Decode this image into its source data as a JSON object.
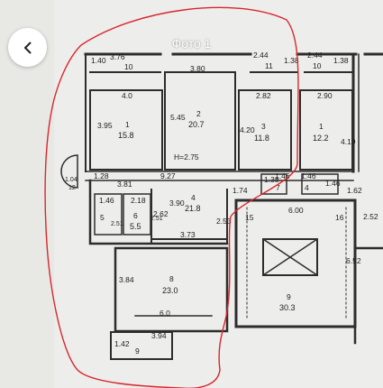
{
  "header": {
    "title": "Фото 1"
  },
  "colors": {
    "accent_outline": "#d9262c",
    "wall": "#2d2d2d",
    "paper": "#ededeb"
  },
  "icons": {
    "back": "chevron-left-icon"
  },
  "plan": {
    "top_left": {
      "d1": "1.40",
      "d2": "3.76",
      "room": "10"
    },
    "top_mid": {
      "d1": "3.80"
    },
    "top_right_a": {
      "d1": "2.44",
      "d2": "1.38",
      "room": "11"
    },
    "top_right_b": {
      "d1": "2.44",
      "d2": "1.38",
      "room": "10"
    },
    "room1": {
      "width": "4.0",
      "side": "3.95",
      "num": "1",
      "area": "15.8"
    },
    "room2": {
      "side": "5.45",
      "num": "2",
      "area": "20.7",
      "height": "H=2.75"
    },
    "room3": {
      "width": "2.82",
      "side": "4.20",
      "num": "3",
      "area": "11.8"
    },
    "room1b": {
      "width": "2.90",
      "side": "4.19",
      "num": "1",
      "area": "12.2"
    },
    "corridor": {
      "d1": "3.81",
      "d2": "9.27",
      "d3": "1.28",
      "d4": "1.04",
      "d5": "12"
    },
    "small_a": {
      "d1": "1.38",
      "room": "7",
      "d2": "1.46"
    },
    "small_b": {
      "d1": "1.46",
      "room": "4",
      "d2": "1.46",
      "d3": "1.62"
    },
    "room4": {
      "num": "4",
      "area": "21.8",
      "d1": "3.90",
      "d2": "1.74",
      "d3": "2.62",
      "d4": "2.53",
      "d5": "3.73"
    },
    "room5": {
      "d1": "1.46",
      "num": "5",
      "d2": "2.51"
    },
    "room6": {
      "d1": "2.18",
      "num": "6",
      "area": "5.5",
      "d2": "2.51"
    },
    "stairs": {
      "left": "15",
      "right": "16",
      "d1": "6.00",
      "d2": "2.52",
      "d3": "6.52"
    },
    "room8": {
      "side": "3.84",
      "num": "8",
      "area": "23.0",
      "d1": "6.0"
    },
    "room9": {
      "num": "9",
      "area": "30.3"
    },
    "bottom": {
      "d1": "1.42",
      "room": "9",
      "d2": "3.94"
    }
  }
}
